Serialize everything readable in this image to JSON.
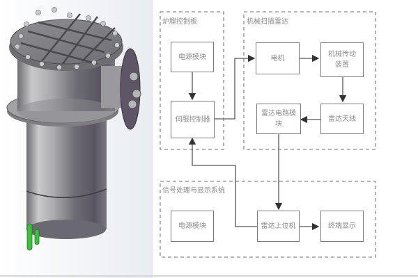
{
  "figure": {
    "render": {
      "subject": "vessel-3d-render",
      "colors": {
        "body": "#8d8d93",
        "accent_tubes": "#3fbf3f",
        "flange_plate": "#5e5566"
      }
    },
    "groups": [
      {
        "id": "furnace_control",
        "label": "炉膛控制板"
      },
      {
        "id": "mech_radar",
        "label": "机械扫描雷达"
      },
      {
        "id": "signal_display",
        "label": "信号处理与显示系统"
      }
    ],
    "blocks": {
      "power_module_top": "电源模块",
      "servo_controller": "伺服控制器",
      "motor": "电机",
      "mech_transmission": "机械传动装置",
      "radar_circuit": "雷达电路模块",
      "radar_antenna": "雷达天线",
      "power_module_bottom": "电源模块",
      "radar_host": "雷达上位机",
      "terminal_display": "终端显示"
    },
    "connections": [
      {
        "from": "电源模块",
        "to": "伺服控制器"
      },
      {
        "from": "伺服控制器",
        "to": "电机"
      },
      {
        "from": "电机",
        "to": "机械传动装置"
      },
      {
        "from": "机械传动装置",
        "to": "雷达天线"
      },
      {
        "from": "雷达天线",
        "to": "雷达电路模块"
      },
      {
        "from": "雷达电路模块",
        "to": "雷达上位机"
      },
      {
        "from": "雷达上位机",
        "to": "伺服控制器"
      },
      {
        "from": "雷达上位机",
        "to": "终端显示"
      }
    ],
    "colors": {
      "line": "#555555",
      "dash": "#8a8a8a",
      "text": "#8c8c8c"
    }
  }
}
